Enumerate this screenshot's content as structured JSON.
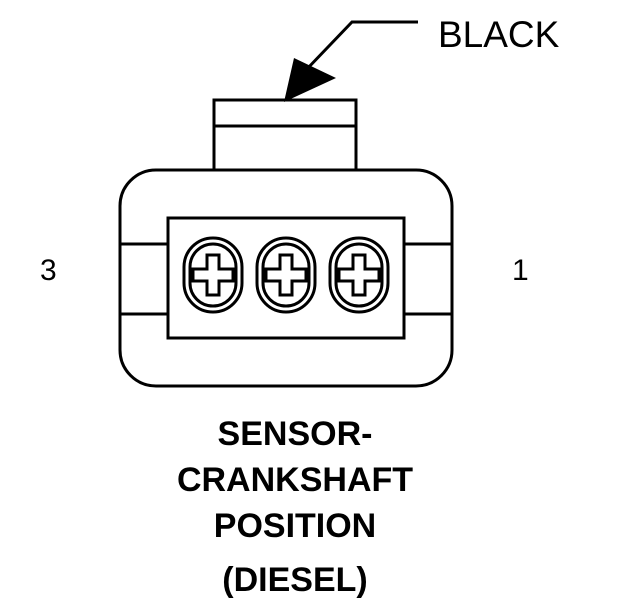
{
  "callout": {
    "wire_color": "BLACK"
  },
  "pins": {
    "left": "3",
    "right": "1"
  },
  "title": {
    "line1": "SENSOR-",
    "line2": "CRANKSHAFT",
    "line3": "POSITION",
    "line4": "(DIESEL)"
  },
  "colors": {
    "ink": "#000000",
    "paper": "#ffffff"
  }
}
